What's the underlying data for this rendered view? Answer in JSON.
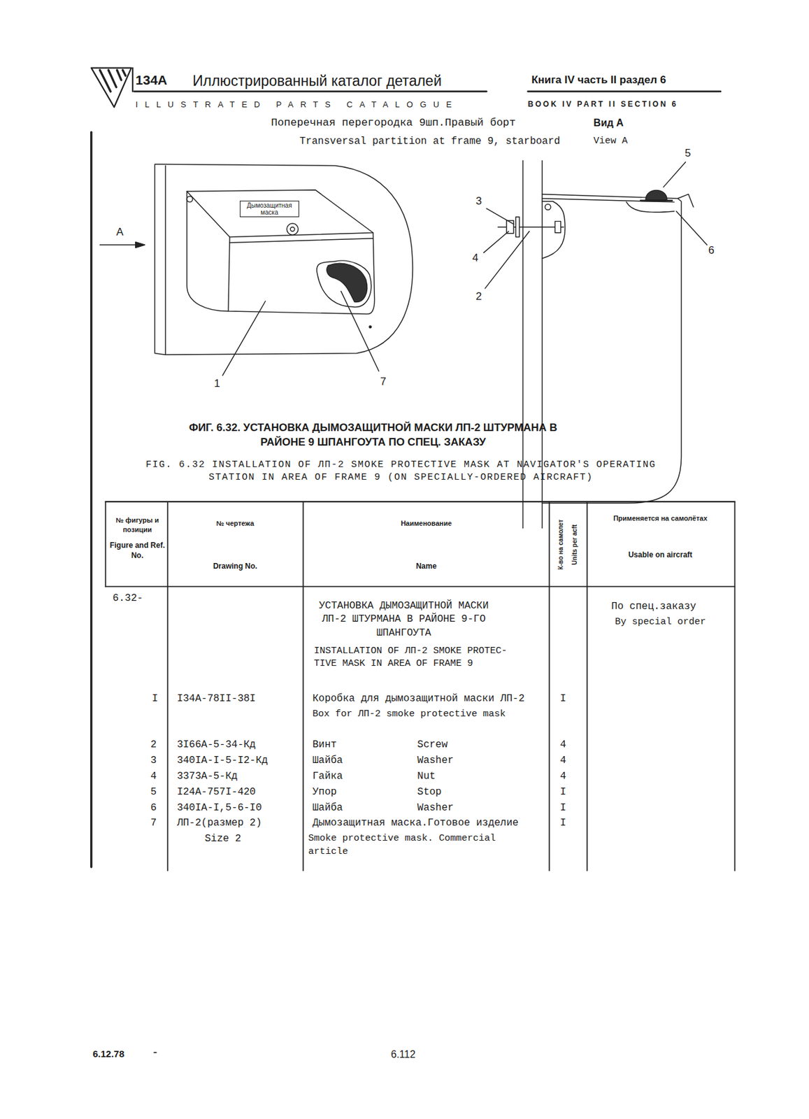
{
  "diagram": {
    "caption": "ФИГ. 6.32. УСТАНОВКА ДЫМОЗАЩИТНОЙ МАСКИ ЛП-2 ШТУРМАНА В РАЙОНЕ 9 ШПАНГОУТА ПО СПЕЦ. ЗАКАЗУ",
    "nodes": [
      {
        "text": [
          "Дымозащитная маска"
        ]
      }
    ],
    "edges": [],
    "labels": [
      "134А",
      "Иллюстрированный каталог деталей",
      "Книга IV часть II раздел 6",
      "ILLUSTRATED PARTS CATALOGUE",
      "BOOK IV PART II SECTION 6",
      "Поперечная перегородка 9шп.Правый борт",
      "Transversal partition at frame 9, starboard",
      "Вид А",
      "View A",
      "А",
      "1",
      "7",
      "3",
      "4",
      "2",
      "5",
      "6",
      "FIG. 6.32 INSTALLATION OF ЛП-2 SMOKE PROTECTIVE MASK AT NAVIGATOR'S OPERATING STATION IN AREA OF FRAME 9 (ON SPECIALLY-ORDERED AIRCRAFT)",
      "№ фигуры и позиции",
      "Figure and Ref. No.",
      "№ чертежа",
      "Drawing No.",
      "Наименование",
      "Name",
      "К-во на самолет",
      "Units per acft",
      "Применяется на самолётах",
      "Usable on aircraft",
      "6.32-",
      "УСТАНОВКА ДЫМОЗАЩИТНОЙ МАСКИ ЛП-2 ШТУРМАНА В РАЙОНЕ 9-ГО ШПАНГОУТА",
      "INSTALLATION OF ЛП-2 SMOKE PROTEC- TIVE MASK IN AREA OF FRAME 9",
      "По спец.заказу",
      "By special order",
      "I",
      "I34A-78II-38I",
      "Коробка для дымозащитной маски ЛП-2",
      "Box for ЛП-2 smoke protective mask",
      "I",
      "2",
      "3I66A-5-34-Кд",
      "Винт",
      "Screw",
      "4",
      "3",
      "340IA-I-5-I2-Кд",
      "Шайба",
      "Washer",
      "4",
      "4",
      "3373A-5-Кд",
      "Гайка",
      "Nut",
      "4",
      "5",
      "I24A-757I-420",
      "Упор",
      "Stop",
      "I",
      "6",
      "340IA-I,5-6-I0",
      "Шайба",
      "Washer",
      "I",
      "7",
      "ЛП-2(размер 2)",
      "Size 2",
      "Дымозащитная маска.Готовое изделие",
      "Smoke protective mask. Commercial article",
      "I",
      "6.12.78",
      "6.112"
    ]
  }
}
